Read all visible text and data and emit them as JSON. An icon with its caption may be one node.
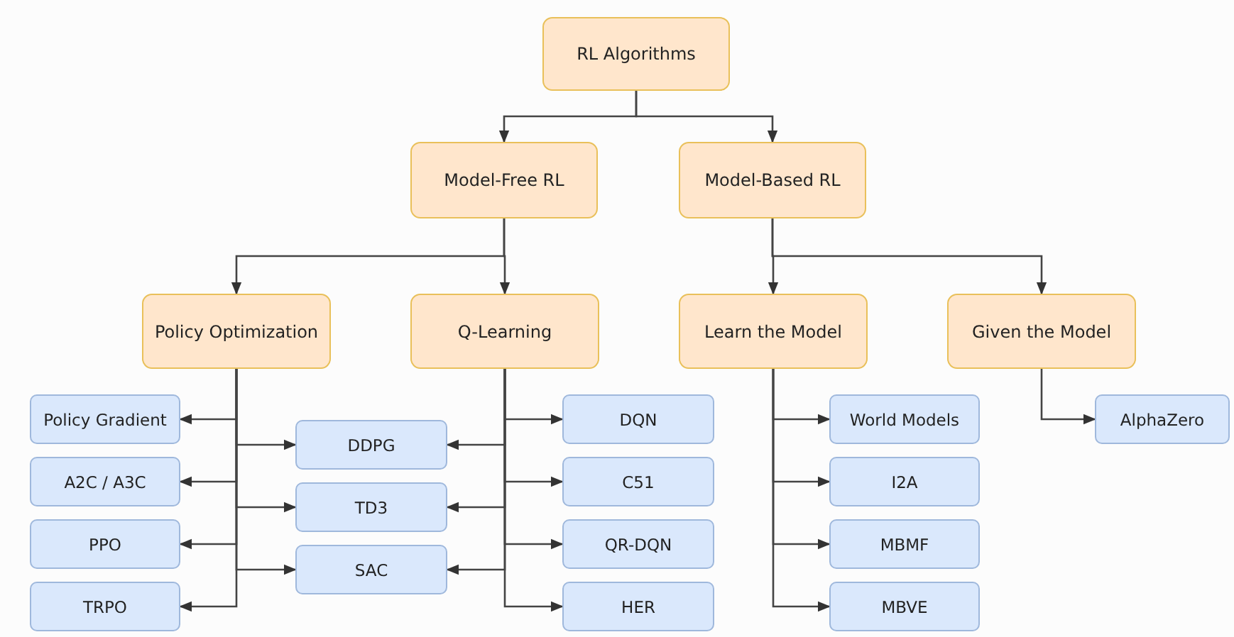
{
  "diagram": {
    "nodes": [
      {
        "text": [
          "RL Algorithms"
        ]
      },
      {
        "text": [
          "Model-Free RL"
        ]
      },
      {
        "text": [
          "Model-Based RL"
        ]
      },
      {
        "text": [
          "Policy Optimization"
        ]
      },
      {
        "text": [
          "Q-Learning"
        ]
      },
      {
        "text": [
          "Learn the Model"
        ]
      },
      {
        "text": [
          "Given the Model"
        ]
      },
      {
        "text": [
          "Policy Gradient"
        ]
      },
      {
        "text": [
          "A2C / A3C"
        ]
      },
      {
        "text": [
          "PPO"
        ]
      },
      {
        "text": [
          "TRPO"
        ]
      },
      {
        "text": [
          "DDPG"
        ]
      },
      {
        "text": [
          "TD3"
        ]
      },
      {
        "text": [
          "SAC"
        ]
      },
      {
        "text": [
          "DQN"
        ]
      },
      {
        "text": [
          "C51"
        ]
      },
      {
        "text": [
          "QR-DQN"
        ]
      },
      {
        "text": [
          "HER"
        ]
      },
      {
        "text": [
          "World Models"
        ]
      },
      {
        "text": [
          "I2A"
        ]
      },
      {
        "text": [
          "MBMF"
        ]
      },
      {
        "text": [
          "MBVE"
        ]
      },
      {
        "text": [
          "AlphaZero"
        ]
      }
    ],
    "edges": [
      {
        "from": 0,
        "to": 1,
        "arrow": "to"
      },
      {
        "from": 0,
        "to": 2,
        "arrow": "to"
      },
      {
        "from": 1,
        "to": 3,
        "arrow": "to"
      },
      {
        "from": 1,
        "to": 4,
        "arrow": "to"
      },
      {
        "from": 2,
        "to": 5,
        "arrow": "to"
      },
      {
        "from": 2,
        "to": 6,
        "arrow": "to"
      },
      {
        "from": 3,
        "to": 7,
        "arrow": "to"
      },
      {
        "from": 3,
        "to": 8,
        "arrow": "to"
      },
      {
        "from": 3,
        "to": 9,
        "arrow": "to"
      },
      {
        "from": 3,
        "to": 10,
        "arrow": "to"
      },
      {
        "from": 3,
        "to": 11,
        "arrow": "to"
      },
      {
        "from": 3,
        "to": 12,
        "arrow": "to"
      },
      {
        "from": 3,
        "to": 13,
        "arrow": "to"
      },
      {
        "from": 4,
        "to": 11,
        "arrow": "to"
      },
      {
        "from": 4,
        "to": 12,
        "arrow": "to"
      },
      {
        "from": 4,
        "to": 13,
        "arrow": "to"
      },
      {
        "from": 4,
        "to": 14,
        "arrow": "to"
      },
      {
        "from": 4,
        "to": 15,
        "arrow": "to"
      },
      {
        "from": 4,
        "to": 16,
        "arrow": "to"
      },
      {
        "from": 4,
        "to": 17,
        "arrow": "to"
      },
      {
        "from": 5,
        "to": 18,
        "arrow": "to"
      },
      {
        "from": 5,
        "to": 19,
        "arrow": "to"
      },
      {
        "from": 5,
        "to": 20,
        "arrow": "to"
      },
      {
        "from": 5,
        "to": 21,
        "arrow": "to"
      },
      {
        "from": 6,
        "to": 22,
        "arrow": "to"
      }
    ]
  }
}
